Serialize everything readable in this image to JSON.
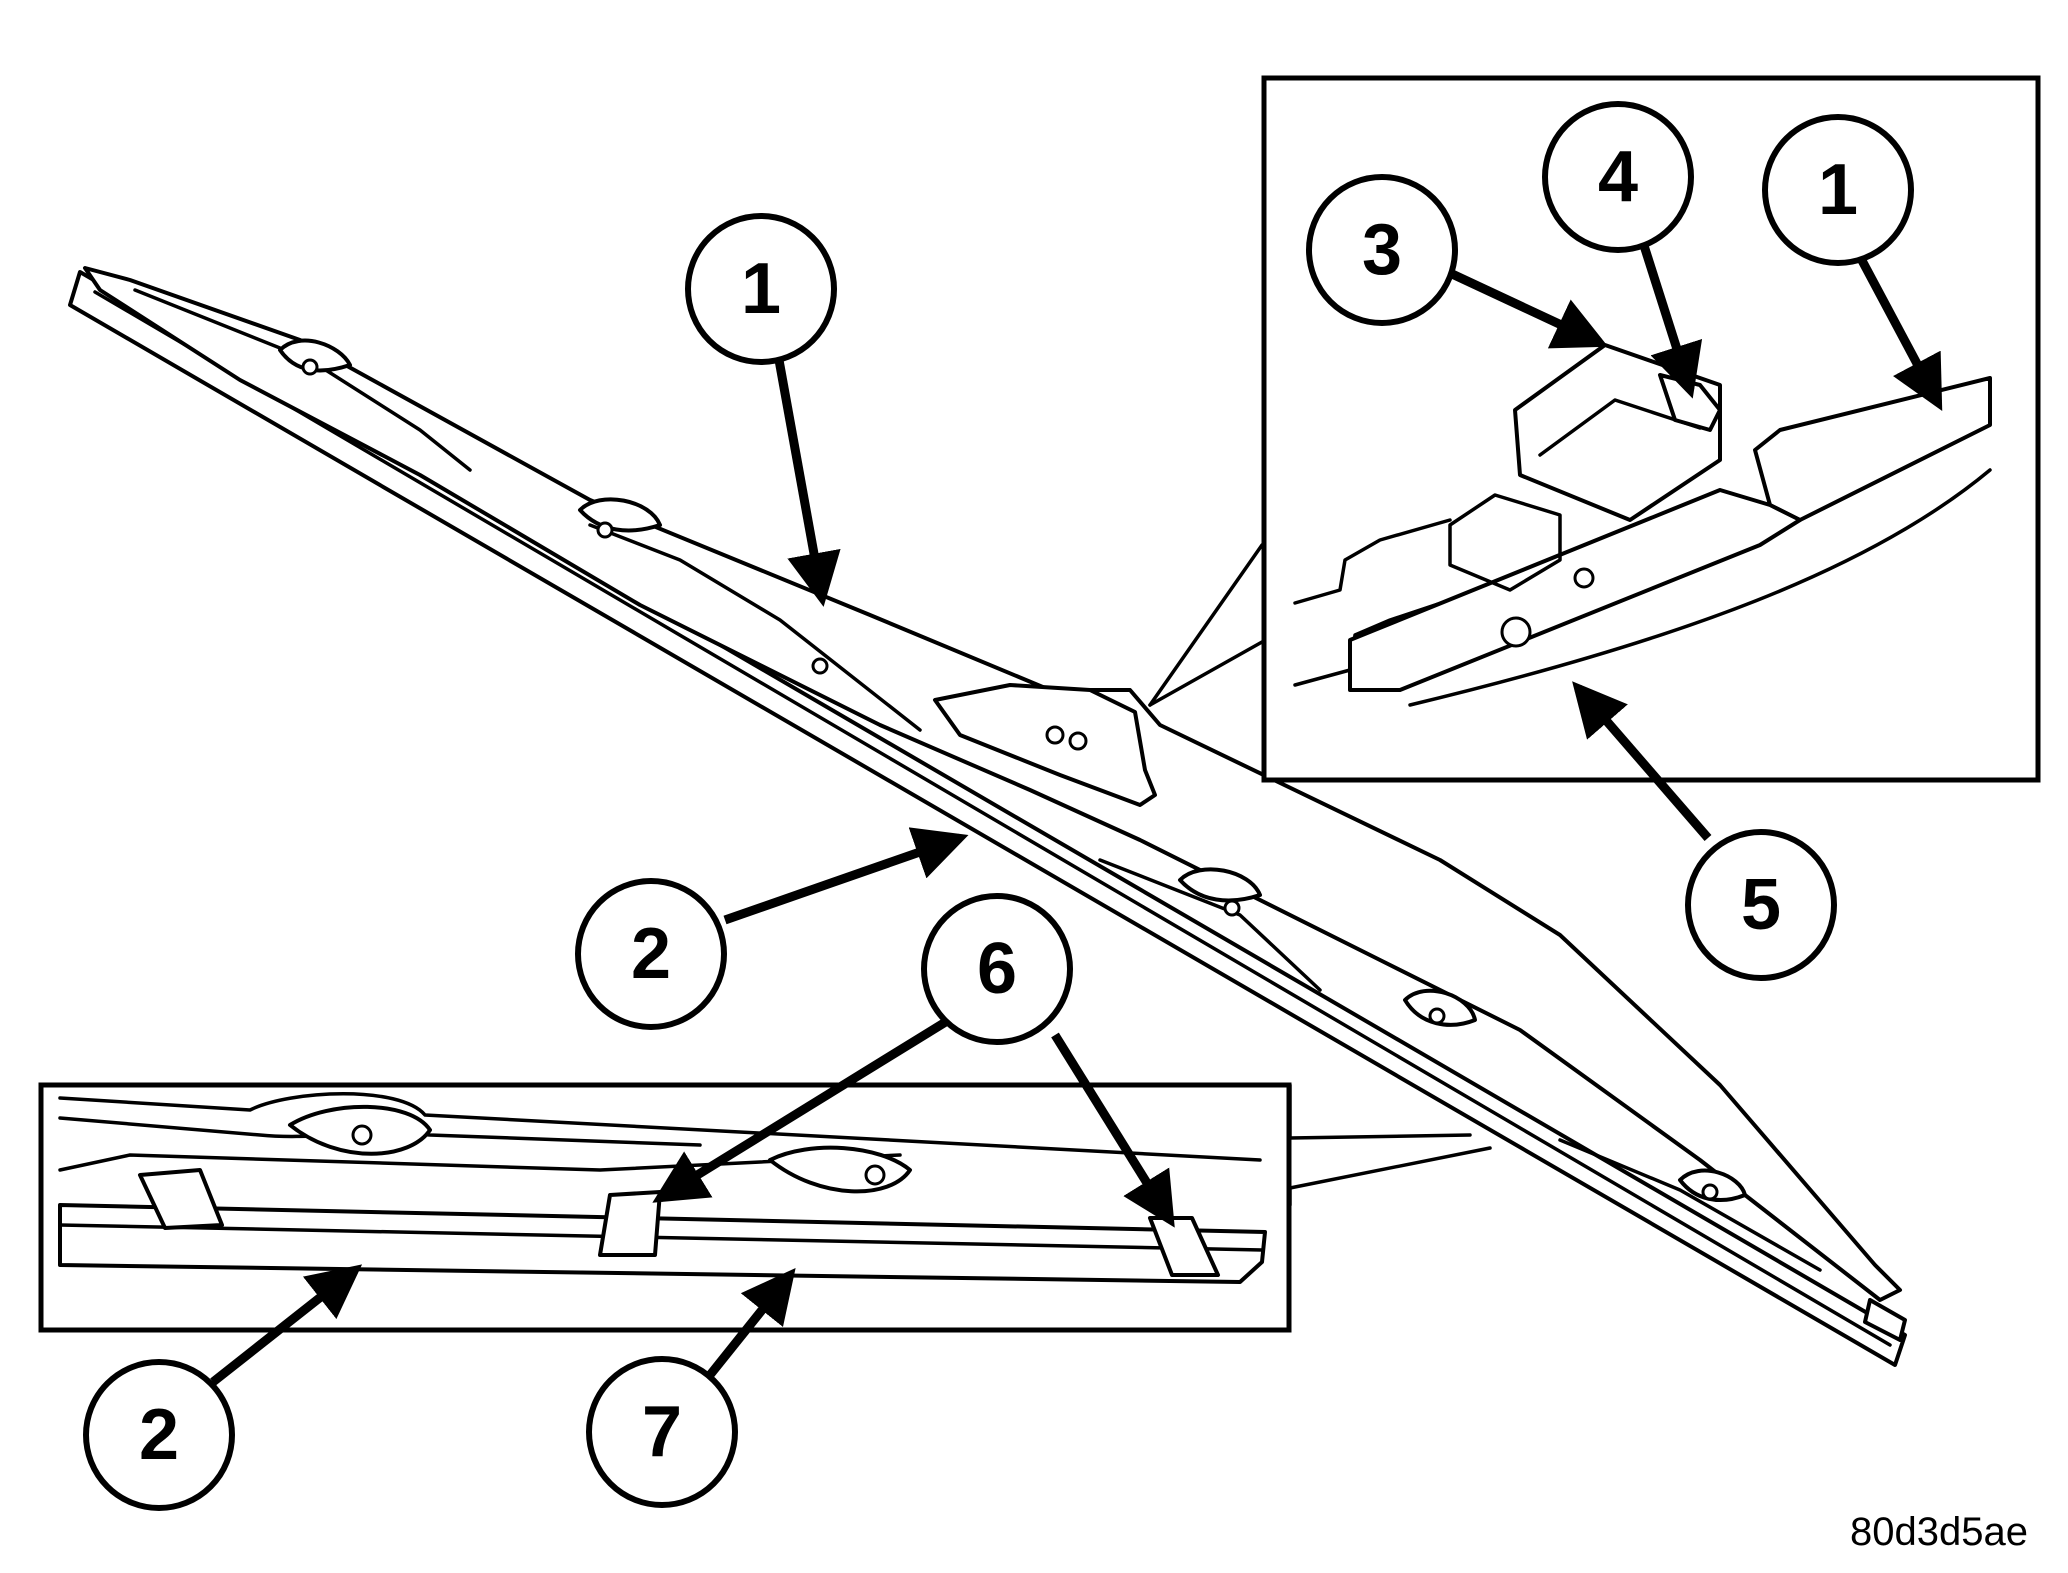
{
  "callouts": [
    {
      "id": "callout-1-main",
      "label": "1"
    },
    {
      "id": "callout-2-main",
      "label": "2"
    },
    {
      "id": "callout-3",
      "label": "3"
    },
    {
      "id": "callout-4",
      "label": "4"
    },
    {
      "id": "callout-1-detail",
      "label": "1"
    },
    {
      "id": "callout-5",
      "label": "5"
    },
    {
      "id": "callout-6",
      "label": "6"
    },
    {
      "id": "callout-2-detail",
      "label": "2"
    },
    {
      "id": "callout-7",
      "label": "7"
    }
  ],
  "figure_id": "80d3d5ae",
  "colors": {
    "line": "#000000",
    "background": "#ffffff"
  }
}
